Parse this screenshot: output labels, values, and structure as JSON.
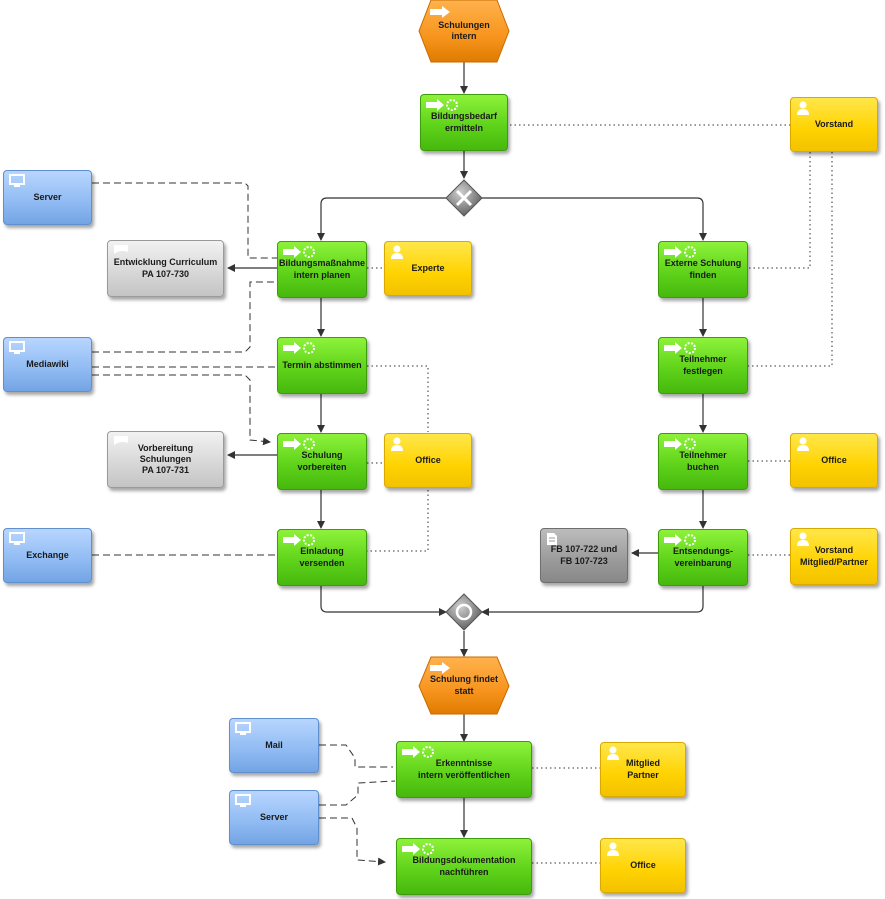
{
  "events": {
    "start": "Schulungen\nintern",
    "end": "Schulung findet\nstatt"
  },
  "functions": {
    "bildungsbedarf": "Bildungsbedarf\nermitteln",
    "bildungsmassnahme": "Bildungsmaßnahme\nintern planen",
    "termin": "Termin abstimmen",
    "schulung_vorbereiten": "Schulung vorbereiten",
    "einladung": "Einladung versenden",
    "externe_schulung": "Externe Schulung\nfinden",
    "teilnehmer_festlegen": "Teilnehmer festlegen",
    "teilnehmer_buchen": "Teilnehmer buchen",
    "entsendung": "Entsendungs-\nvereinbarung",
    "erkenntnisse": "Erkenntnisse\nintern veröffentlichen",
    "bildungsdoku": "Bildungsdokumentation\nnachführen"
  },
  "roles": {
    "vorstand": "Vorstand",
    "experte": "Experte",
    "office1": "Office",
    "office2": "Office",
    "vorstand_mitglied": "Vorstand\nMitglied/Partner",
    "mitglied_partner": "Mitglied\nPartner",
    "office3": "Office"
  },
  "systems": {
    "server1": "Server",
    "mediawiki": "Mediawiki",
    "exchange": "Exchange",
    "mail": "Mail",
    "server2": "Server"
  },
  "documents": {
    "curriculum": "Entwicklung Curriculum\nPA 107-730",
    "vorbereitung": "Vorbereitung Schulungen\nPA 107-731",
    "fb": "FB 107-722 und\nFB 107-723"
  },
  "colors": {
    "function": "#5fd31a",
    "role": "#ffd200",
    "system": "#8fbaf2",
    "document": "#d6d6d6",
    "event": "#f7941d",
    "gateway": "#8a8a8a"
  },
  "icons": {
    "function": "process-arrow-icon",
    "role": "person-icon",
    "system": "monitor-icon",
    "document": "document-icon",
    "event": "event-arrow-icon",
    "xor": "xor-gateway-icon",
    "or": "or-gateway-icon"
  }
}
